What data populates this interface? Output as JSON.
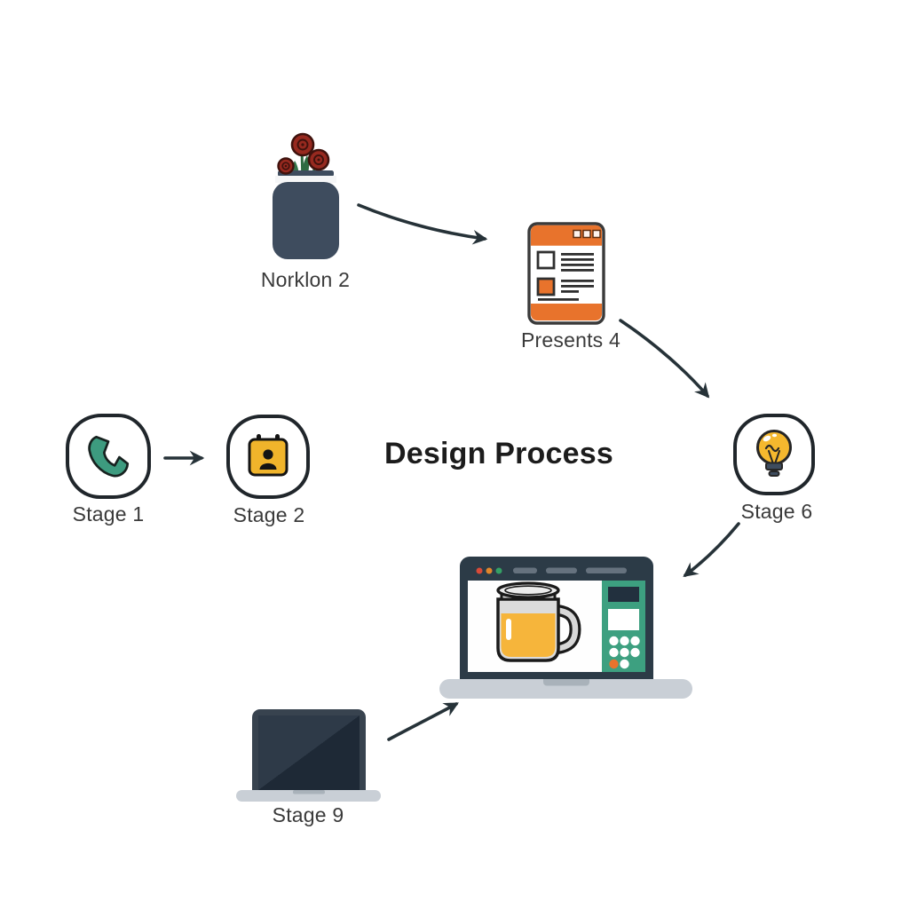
{
  "diagram": {
    "title": "Design Process",
    "nodes": {
      "vase": {
        "label": "Norklon 2",
        "icon": "flower-vase-icon"
      },
      "document": {
        "label": "Presents 4",
        "icon": "webpage-icon"
      },
      "stage1": {
        "label": "Stage 1",
        "icon": "phone-icon"
      },
      "stage2": {
        "label": "Stage 2",
        "icon": "calendar-contact-icon"
      },
      "stage6": {
        "label": "Stage 6",
        "icon": "lightbulb-icon"
      },
      "laptop_app": {
        "icon": "laptop-design-app-icon"
      },
      "stage9": {
        "label": "Stage 9",
        "icon": "laptop-closed-icon"
      }
    },
    "connectors": [
      {
        "from": "vase",
        "to": "document"
      },
      {
        "from": "document",
        "to": "stage6"
      },
      {
        "from": "stage1",
        "to": "stage2"
      },
      {
        "from": "stage6",
        "to": "laptop_app"
      },
      {
        "from": "stage9",
        "to": "laptop_app"
      }
    ],
    "colors": {
      "arrow": "#263238",
      "accent_orange": "#E8732C",
      "accent_teal": "#3D9B7F",
      "accent_yellow": "#F2B52B",
      "panel_green": "#3DA080",
      "dark_slate": "#3E4C5E",
      "laptop_frame": "#2C3B47",
      "base_gray": "#C9CFD6",
      "rose_red": "#97291F",
      "stem_green": "#2E6B42",
      "label_text": "#3A3A3A"
    }
  }
}
